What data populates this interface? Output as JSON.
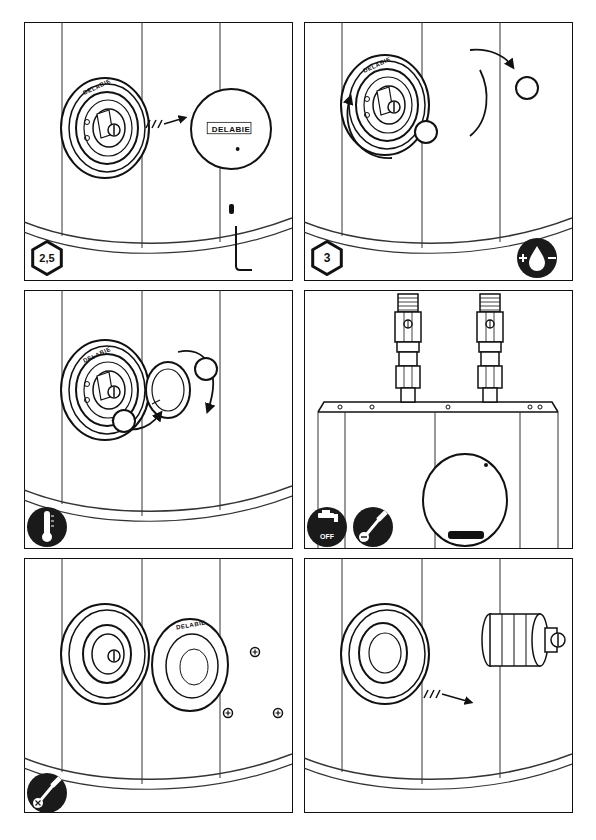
{
  "diagram": {
    "nodes": [
      {
        "text": [
          "DELABIE"
        ]
      },
      {
        "text": [
          "2,5"
        ]
      },
      {
        "text": [
          "3"
        ]
      },
      {
        "text": [
          "OFF"
        ]
      }
    ],
    "labels": [
      "DELABIE",
      "DELABIE",
      "DELABIE",
      "DELABIE"
    ]
  }
}
